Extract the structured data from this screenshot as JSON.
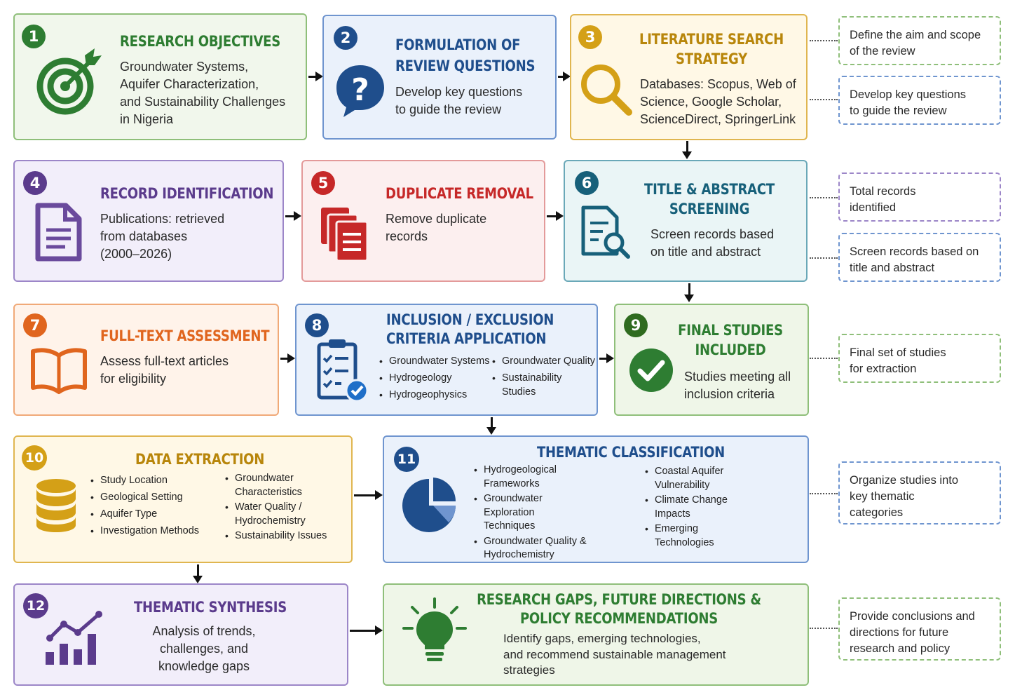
{
  "colors": {
    "green": "#2e7d32",
    "green_bg": "#f1f7ec",
    "green_border": "#8fbf7a",
    "blue": "#1f4e8c",
    "blue_bg": "#eaf1fb",
    "blue_border": "#6f95cf",
    "gold": "#b8860b",
    "gold_bg": "#fff8e6",
    "gold_border": "#e0b650",
    "purple": "#5b3b8c",
    "purple_bg": "#f2eefa",
    "purple_border": "#9c86c8",
    "red": "#c62828",
    "red_bg": "#fcefef",
    "red_border": "#e39a9a",
    "teal": "#17607a",
    "teal_bg": "#eaf5f6",
    "teal_border": "#6aa8b8",
    "orange": "#e0651e",
    "orange_bg": "#fff3ea",
    "orange_border": "#f0a978",
    "dkgreen": "#2f6b1f",
    "lightgreen_bg": "#eff6e8"
  },
  "steps": [
    {
      "number": "1",
      "title": "RESEARCH OBJECTIVES",
      "desc": [
        "Groundwater Systems,",
        "Aquifer Characterization,",
        "and Sustainability Challenges",
        "in Nigeria"
      ],
      "icon": "target-icon"
    },
    {
      "number": "2",
      "title_lines": [
        "FORMULATION OF",
        "REVIEW QUESTIONS"
      ],
      "desc": [
        "Develop key questions",
        "to guide the review"
      ],
      "icon": "question-bubble-icon"
    },
    {
      "number": "3",
      "title_lines": [
        "LITERATURE SEARCH",
        "STRATEGY"
      ],
      "desc": [
        "Databases: Scopus, Web of",
        "Science, Google Scholar,",
        "ScienceDirect, SpringerLink"
      ],
      "icon": "magnifier-icon"
    },
    {
      "number": "4",
      "title": "RECORD IDENTIFICATION",
      "desc": [
        "Publications: retrieved",
        "from databases",
        "(2000–2026)"
      ],
      "icon": "document-icon"
    },
    {
      "number": "5",
      "title": "DUPLICATE REMOVAL",
      "desc": [
        "Remove duplicate",
        "records"
      ],
      "icon": "stacked-documents-icon"
    },
    {
      "number": "6",
      "title_lines": [
        "TITLE & ABSTRACT",
        "SCREENING"
      ],
      "desc": [
        "Screen records based",
        "on title and abstract"
      ],
      "icon": "document-search-icon"
    },
    {
      "number": "7",
      "title": "FULL-TEXT ASSESSMENT",
      "desc": [
        "Assess full-text articles",
        "for eligibility"
      ],
      "icon": "open-book-icon"
    },
    {
      "number": "8",
      "title_lines": [
        "INCLUSION / EXCLUSION",
        "CRITERIA APPLICATION"
      ],
      "list_left": [
        "Groundwater Systems",
        "Hydrogeology",
        "Hydrogeophysics"
      ],
      "list_right": [
        "Groundwater Quality",
        "Sustainability Studies"
      ],
      "icon": "checklist-icon"
    },
    {
      "number": "9",
      "title_lines": [
        "FINAL STUDIES",
        "INCLUDED"
      ],
      "desc": [
        "Studies meeting all",
        "inclusion criteria"
      ],
      "icon": "check-circle-icon"
    },
    {
      "number": "10",
      "title": "DATA EXTRACTION",
      "list_left": [
        "Study Location",
        "Geological Setting",
        "Aquifer Type",
        "Investigation Methods"
      ],
      "list_right": [
        [
          "Groundwater",
          "Characteristics"
        ],
        [
          "Water Quality /",
          "Hydrochemistry"
        ],
        [
          "Sustainability Issues"
        ]
      ],
      "icon": "database-icon"
    },
    {
      "number": "11",
      "title": "THEMATIC CLASSIFICATION",
      "list_left": [
        [
          "Hydrogeological",
          "Frameworks"
        ],
        [
          "Groundwater",
          "Exploration",
          "Techniques"
        ],
        [
          "Groundwater Quality &",
          "Hydrochemistry"
        ]
      ],
      "list_right": [
        [
          "Coastal Aquifer",
          "Vulnerability"
        ],
        [
          "Climate Change",
          "Impacts"
        ],
        [
          "Emerging",
          "Technologies"
        ]
      ],
      "icon": "pie-chart-icon"
    },
    {
      "number": "12",
      "title": "THEMATIC SYNTHESIS",
      "desc": [
        "Analysis of trends,",
        "challenges, and",
        "knowledge gaps"
      ],
      "icon": "bar-trend-chart-icon"
    },
    {
      "number": "",
      "title_lines": [
        "RESEARCH GAPS, FUTURE DIRECTIONS &",
        "POLICY RECOMMENDATIONS"
      ],
      "desc": [
        "Identify gaps, emerging technologies,",
        "and recommend sustainable management",
        "strategies"
      ],
      "icon": "lightbulb-icon"
    }
  ],
  "notes": [
    [
      "Define the aim and scope",
      "of the review"
    ],
    [
      "Develop key questions",
      "to guide the review"
    ],
    [
      "Total records",
      "identified"
    ],
    [
      "Screen records based on",
      "title and abstract"
    ],
    [
      "Final set of studies",
      "for extraction"
    ],
    [
      "Organize studies into",
      "key thematic",
      "categories"
    ],
    [
      "Provide conclusions and",
      "directions for future",
      "research and policy"
    ]
  ]
}
